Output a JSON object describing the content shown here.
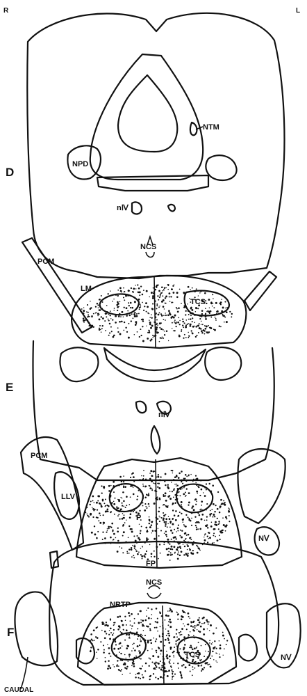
{
  "orientation": {
    "right": "R",
    "left": "L",
    "bottom": "CAUDAL"
  },
  "sections": {
    "d": "D",
    "e": "E",
    "f": "F"
  },
  "labels": {
    "ntm": "NTM",
    "npd": "NPD",
    "n4_top": "nⅣ",
    "ncs_top": "NCS",
    "pcm_top": "PCM",
    "lm": "LM",
    "tcs_top": "TCS",
    "n4_mid": "nⅣ",
    "pcm_mid": "PCM",
    "llv": "LLV",
    "p": "P",
    "fp": "FP",
    "nv_mid": "NⅤ",
    "ncs_bottom": "NCS",
    "nrtp": "NRTP",
    "tcs_bottom": "TCS",
    "nv_bottom": "NⅤ"
  }
}
